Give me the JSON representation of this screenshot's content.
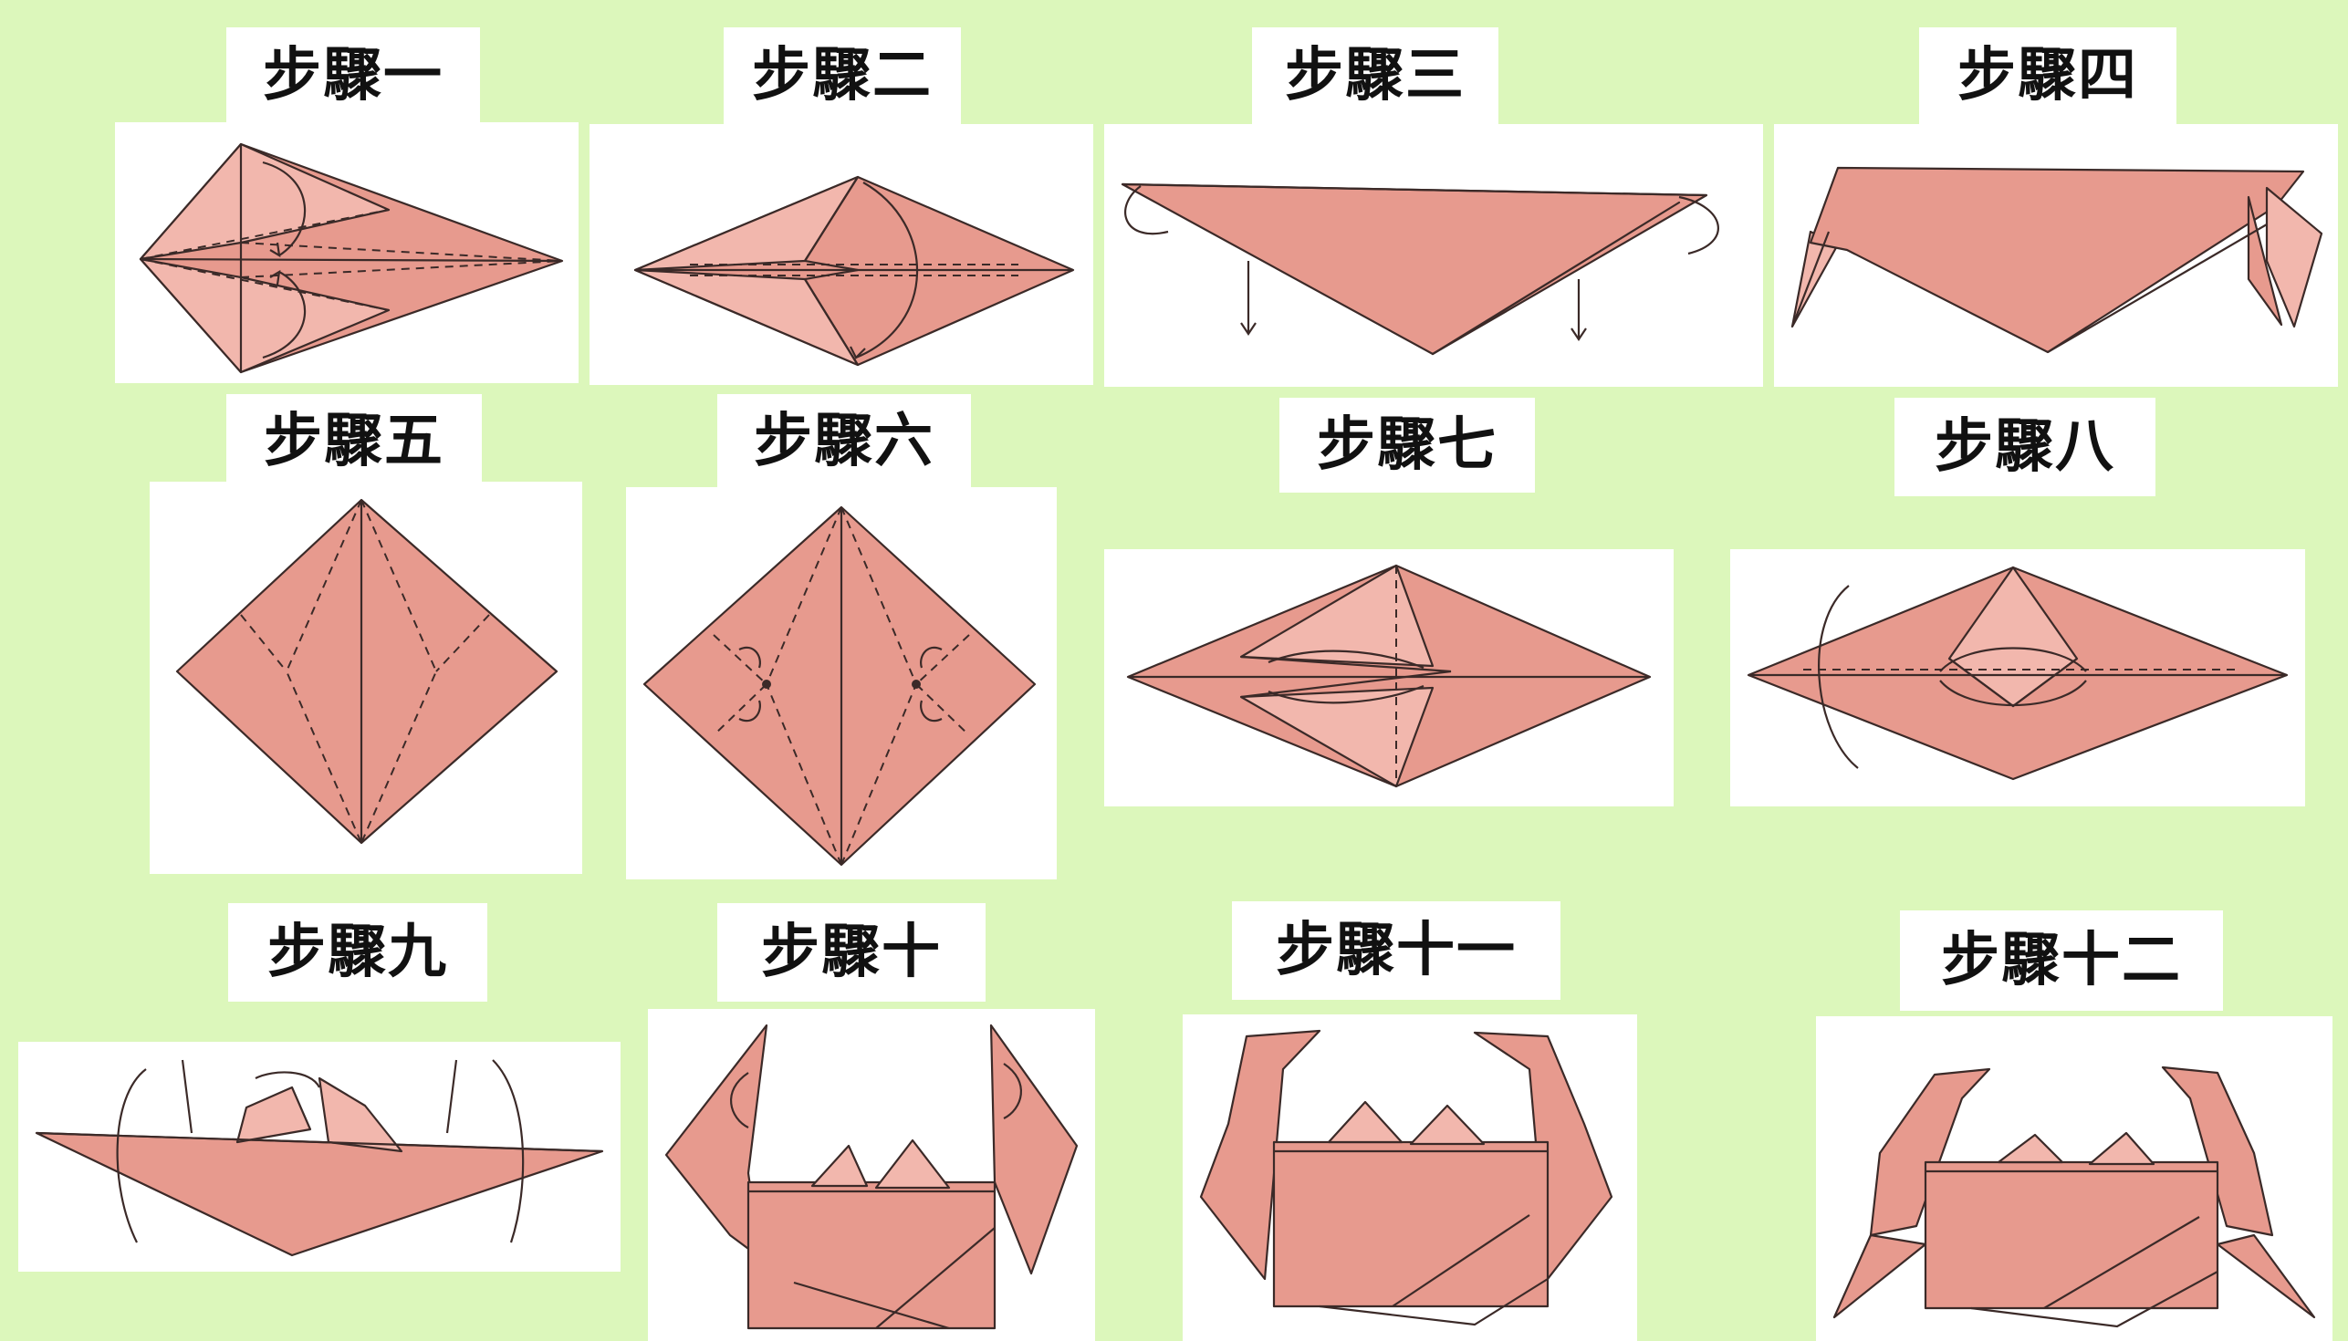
{
  "steps": [
    {
      "label": "步驟一"
    },
    {
      "label": "步驟二"
    },
    {
      "label": "步驟三"
    },
    {
      "label": "步驟四"
    },
    {
      "label": "步驟五"
    },
    {
      "label": "步驟六"
    },
    {
      "label": "步驟七"
    },
    {
      "label": "步驟八"
    },
    {
      "label": "步驟九"
    },
    {
      "label": "步驟十"
    },
    {
      "label": "步驟十一"
    },
    {
      "label": "步驟十二"
    }
  ],
  "colors": {
    "background": "#dcf7bb",
    "paper": "#e79a8e",
    "paper_light": "#f2b7ad",
    "line": "#3b2a28",
    "label_bg": "#ffffff"
  }
}
